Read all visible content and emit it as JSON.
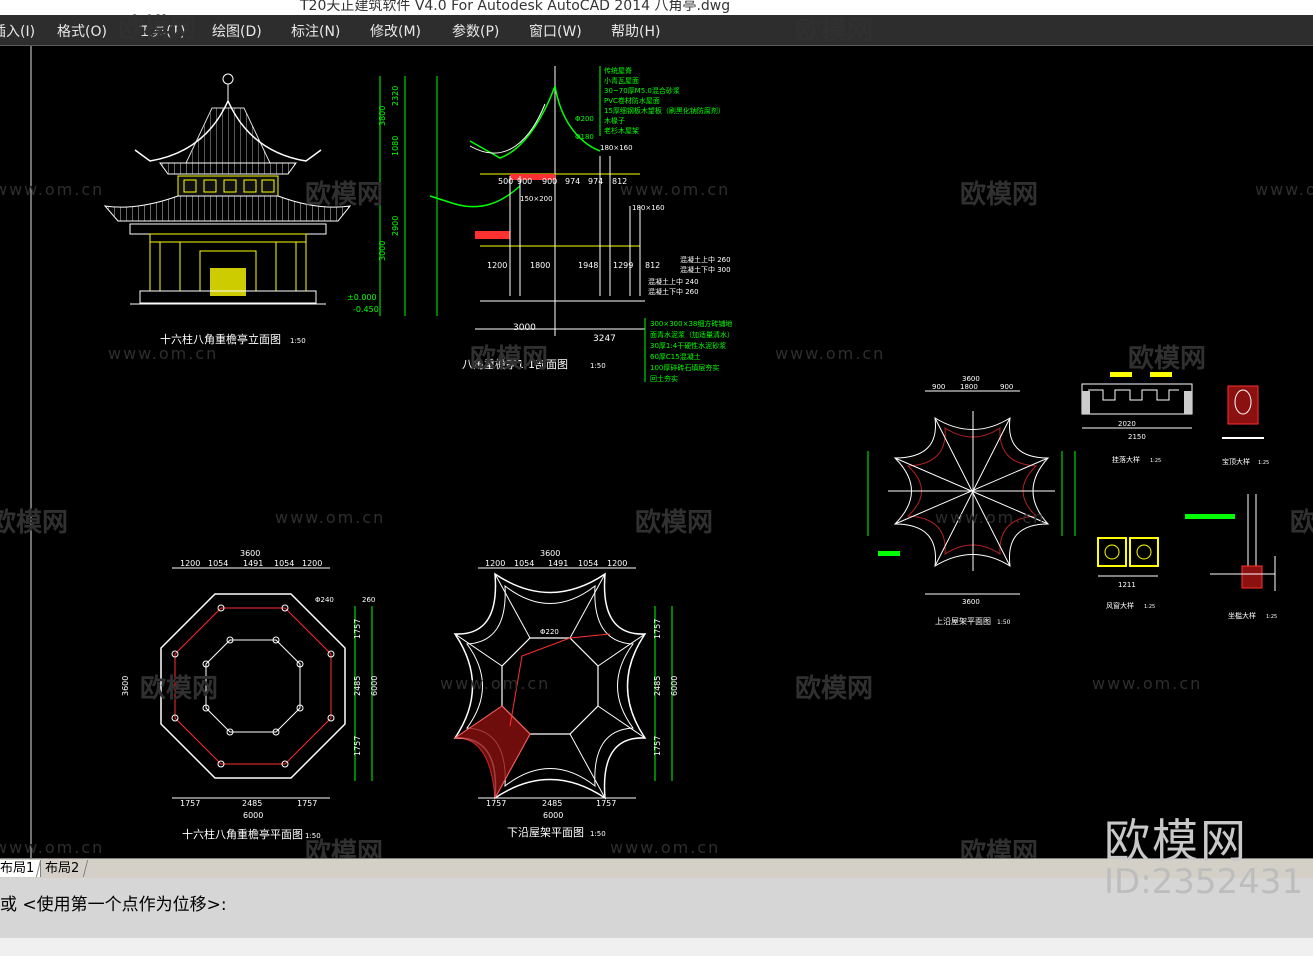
{
  "window": {
    "title": "T20天正建筑软件 V4.0 For Autodesk AutoCAD 2014   八角亭.dwg"
  },
  "menu": {
    "items": [
      {
        "label": "插入(I)"
      },
      {
        "label": "格式(O)"
      },
      {
        "label": "工具(T)"
      },
      {
        "label": "绘图(D)"
      },
      {
        "label": "标注(N)"
      },
      {
        "label": "修改(M)"
      },
      {
        "label": "参数(P)"
      },
      {
        "label": "窗口(W)"
      },
      {
        "label": "帮助(H)"
      }
    ]
  },
  "drawing": {
    "elevation_title": "十六柱八角重檐亭立面图",
    "elevation_scale": "1:50",
    "section_title": "八角重檐亭1-1剖面图",
    "section_scale": "1:50",
    "plan_title": "十六柱八角重檐亭平面图",
    "plan_scale": "1:50",
    "lower_roof_title": "下沿屋架平面图",
    "lower_roof_scale": "1:50",
    "upper_roof_title": "上沿屋架平面图",
    "upper_roof_scale": "1:50",
    "detail_hanging": "挂落大样",
    "detail_hanging_scale": "1:25",
    "detail_finial": "宝顶大样",
    "detail_finial_scale": "1:25",
    "detail_window": "风窗大样",
    "detail_window_scale": "1:25",
    "detail_bench": "坐槛大样",
    "detail_bench_scale": "1:25",
    "section_notes": [
      "传统屋脊",
      "小青瓦屋面",
      "30~70厚M5.0混合砂浆",
      "PVC卷材防水屋面",
      "15厚细钢板木望板（刷黑化钠防腐剂）",
      "木椽子",
      "老杉木屋架"
    ],
    "foundation_notes": [
      "300×300×38细方砖铺地",
      "面青水泥浆（加适量清水）",
      "30厚1:4干硬性水泥砂浆",
      "60厚C15混凝土",
      "100厚碎砖石填层夯实",
      "回土夯实"
    ],
    "concrete_labels": [
      "混凝土上中 260",
      "混凝土下中 300",
      "混凝土上中 240",
      "混凝土下中 260"
    ],
    "dims": {
      "plan_total": "3600",
      "plan_side": "1200",
      "plan_a": "1054",
      "plan_b": "1491",
      "plan_c": "1757",
      "plan_d": "2485",
      "plan_width": "6000",
      "section_w1": "3000",
      "section_w2": "3247",
      "section_h1": "3800",
      "section_h2": "3000",
      "section_h3": "2320",
      "section_h4": "1080",
      "section_h5": "2900",
      "level0": "±0.000",
      "level1": "-0.450",
      "top_row": [
        "500",
        "900",
        "900",
        "974",
        "974",
        "812"
      ],
      "mid_row": [
        "1200",
        "1800",
        "1948",
        "1299",
        "812"
      ],
      "col_dia": "Φ240",
      "col_dia_val": "260",
      "col_220": "Φ220",
      "beam1": "180×160",
      "beam2": "180×160",
      "beam3": "150×200",
      "d1": "Φ200",
      "d2": "Φ180",
      "upper_total": "3600",
      "upper_a": "900",
      "upper_b": "1800",
      "hang_w": "2150",
      "hang_b": "2020",
      "win_w": "1211"
    }
  },
  "tabs": {
    "layout1": "布局1",
    "layout2": "布局2"
  },
  "command": {
    "text": "或 <使用第一个点作为位移>:",
    "prompt": ""
  },
  "watermark": {
    "brand": "欧模网",
    "url": "www.om.cn",
    "id": "ID:2352431"
  },
  "colors": {
    "green": "#00ff00",
    "yellow": "#ffff00",
    "white": "#ffffff",
    "red": "#ff3030",
    "cyan": "#00ffff"
  }
}
